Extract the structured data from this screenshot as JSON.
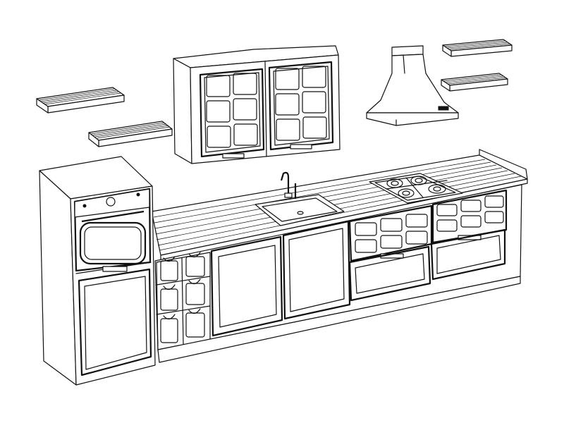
{
  "drawing": {
    "style": "line-art",
    "stroke_color": "#111111",
    "background_color": "#ffffff"
  },
  "components": {
    "upper_cabinet": {
      "doors": 2,
      "panes_per_door": 6
    },
    "range_hood": {
      "badge_text": ""
    },
    "wall_shelves": {
      "count": 4
    },
    "tall_oven_unit": {
      "knobs": 1
    },
    "drawer_organizer": {
      "bins": 6
    },
    "base_doors": {
      "count": 2
    },
    "sink": {
      "bowls": 1,
      "faucet": true
    },
    "gas_hob": {
      "burners": 4
    },
    "glass_drawer_fronts": {
      "count": 2,
      "panes_each": 6
    },
    "lower_drawers": {
      "count": 2
    }
  }
}
